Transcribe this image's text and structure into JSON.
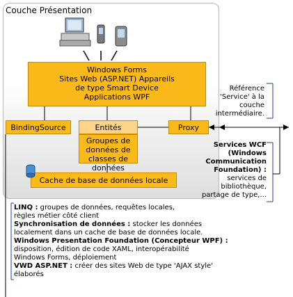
{
  "panel": {
    "title": "Couche Présentation"
  },
  "top_box": {
    "lines": [
      "Windows Forms",
      "Sites Web (ASP.NET) Appareils",
      "de type Smart Device",
      "Applications WPF"
    ]
  },
  "binding_source": "BindingSource",
  "entities": "Entités",
  "proxy": "Proxy",
  "dataset_groups": [
    "Groupes de",
    "données de",
    "classes de données"
  ],
  "local_cache": "Cache de base de données locale",
  "service_reference": [
    "Référence",
    "'Service' à la",
    "couche",
    "intermédiaire."
  ],
  "wcf": {
    "title_lines": [
      "Services WCF",
      "(Windows",
      "Communication",
      "Foundation) :"
    ],
    "body_lines": [
      "services de",
      "bibliothèque,",
      "partage de type,..."
    ]
  },
  "notes": [
    {
      "bold": "LINQ :",
      "text": " groupes de données, requêtes locales,",
      "cont": "règles métier côté client"
    },
    {
      "bold": "Synchronisation de données :",
      "text": " stocker les données",
      "cont": "localement dans un cache de base de données locale."
    },
    {
      "bold": "Windows Presentation Foundation (Concepteur WPF) :",
      "text": "",
      "cont": "disposition, édition de code XAML, interopérabilité",
      "cont2": "Windows Forms, déploiement"
    },
    {
      "bold": "VWD ASP.NET :",
      "text": " créer des sites Web de type 'AJAX style'",
      "cont": "élaborés"
    }
  ]
}
